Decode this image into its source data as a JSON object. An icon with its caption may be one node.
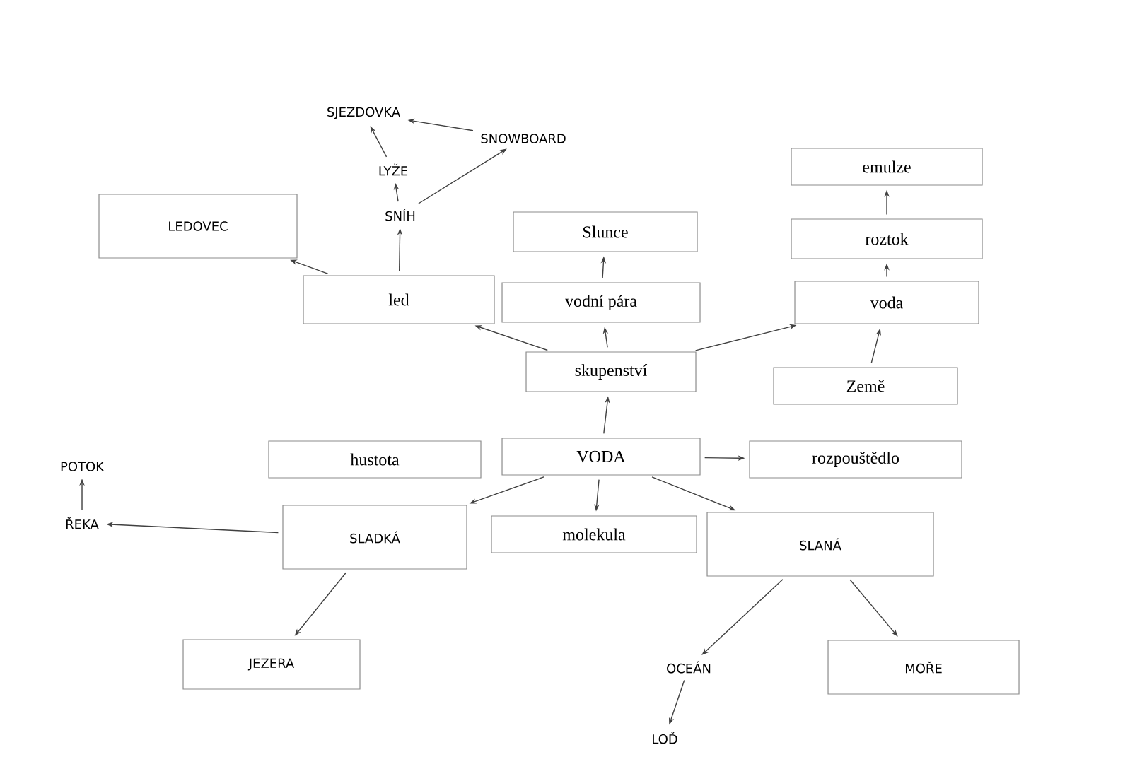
{
  "diagram": {
    "nodes": [
      {
        "text": [
          "SJEZDOVKA"
        ]
      },
      {
        "text": [
          "SNOWBOARD"
        ]
      },
      {
        "text": [
          "LYŽE"
        ]
      },
      {
        "text": [
          "SNÍH"
        ]
      },
      {
        "text": [
          "LEDOVEC"
        ]
      },
      {
        "text": [
          "led"
        ]
      },
      {
        "text": [
          "Slunce"
        ]
      },
      {
        "text": [
          "vodní pára"
        ]
      },
      {
        "text": [
          "skupenství"
        ]
      },
      {
        "text": [
          "VODA"
        ]
      },
      {
        "text": [
          "emulze"
        ]
      },
      {
        "text": [
          "roztok"
        ]
      },
      {
        "text": [
          "voda"
        ]
      },
      {
        "text": [
          "Země"
        ]
      },
      {
        "text": [
          "rozpouštědlo"
        ]
      },
      {
        "text": [
          "hustota"
        ]
      },
      {
        "text": [
          "molekula"
        ]
      },
      {
        "text": [
          "SLADKÁ"
        ]
      },
      {
        "text": [
          "SLANÁ"
        ]
      },
      {
        "text": [
          "POTOK"
        ]
      },
      {
        "text": [
          "ŘEKA"
        ]
      },
      {
        "text": [
          "JEZERA"
        ]
      },
      {
        "text": [
          "OCEÁN"
        ]
      },
      {
        "text": [
          "MOŘE"
        ]
      },
      {
        "text": [
          "LOĎ"
        ]
      }
    ],
    "edges": [
      {
        "from": 9,
        "to": 8,
        "arrow": "to"
      },
      {
        "from": 8,
        "to": 7,
        "arrow": "to"
      },
      {
        "from": 7,
        "to": 6,
        "arrow": "to"
      },
      {
        "from": 8,
        "to": 5,
        "arrow": "to"
      },
      {
        "from": 5,
        "to": 3,
        "arrow": "to"
      },
      {
        "from": 5,
        "to": 4,
        "arrow": "to"
      },
      {
        "from": 3,
        "to": 2,
        "arrow": "to"
      },
      {
        "from": 3,
        "to": 1,
        "arrow": "to"
      },
      {
        "from": 2,
        "to": 0,
        "arrow": "to"
      },
      {
        "from": 1,
        "to": 0,
        "arrow": "to"
      },
      {
        "from": 8,
        "to": 12,
        "arrow": "to"
      },
      {
        "from": 13,
        "to": 12,
        "arrow": "to"
      },
      {
        "from": 12,
        "to": 11,
        "arrow": "to"
      },
      {
        "from": 11,
        "to": 10,
        "arrow": "to"
      },
      {
        "from": 9,
        "to": 14,
        "arrow": "to"
      },
      {
        "from": 9,
        "to": 17,
        "arrow": "to"
      },
      {
        "from": 9,
        "to": 16,
        "arrow": "to"
      },
      {
        "from": 9,
        "to": 18,
        "arrow": "to"
      },
      {
        "from": 17,
        "to": 20,
        "arrow": "to"
      },
      {
        "from": 20,
        "to": 19,
        "arrow": "to"
      },
      {
        "from": 17,
        "to": 21,
        "arrow": "to"
      },
      {
        "from": 18,
        "to": 22,
        "arrow": "to"
      },
      {
        "from": 18,
        "to": 23,
        "arrow": "to"
      },
      {
        "from": 22,
        "to": 24,
        "arrow": "to"
      }
    ]
  }
}
